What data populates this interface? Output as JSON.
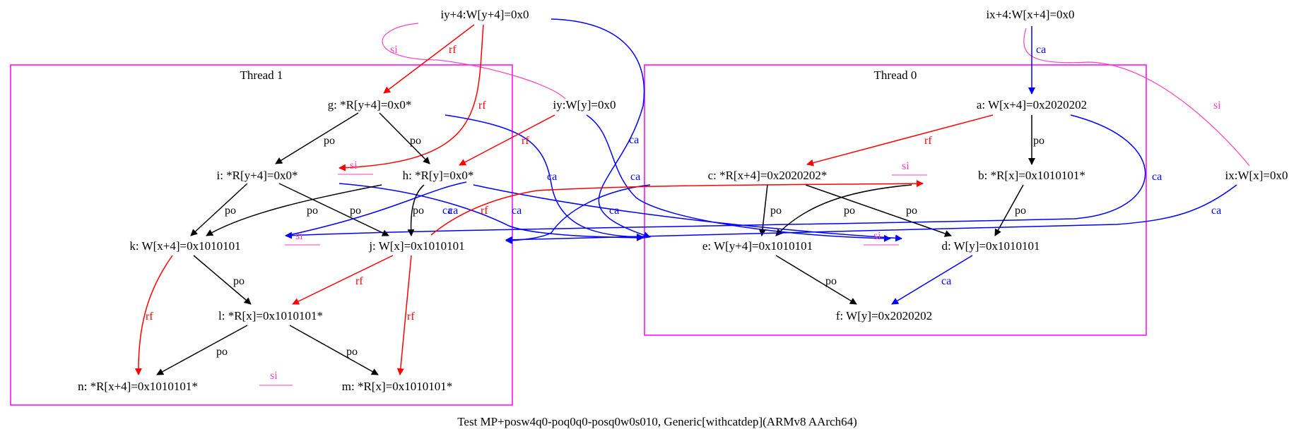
{
  "caption": "Test MP+posw4q0-poq0q0-posq0w0s010, Generic[withcatdep](ARMv8 AArch64)",
  "colors": {
    "po": "#000000",
    "rf": "#ff0000",
    "ca": "#0000ff",
    "si": "#ff3fbf",
    "cluster": "#ff00ff"
  },
  "clusters": [
    {
      "id": "thread1",
      "title": "Thread 1"
    },
    {
      "id": "thread0",
      "title": "Thread 0"
    }
  ],
  "nodes": [
    {
      "id": "iy4",
      "label": "iy+4:W[y+4]=0x0"
    },
    {
      "id": "ix4",
      "label": "ix+4:W[x+4]=0x0"
    },
    {
      "id": "g",
      "label": "g: *R[y+4]=0x0*"
    },
    {
      "id": "iy",
      "label": "iy:W[y]=0x0"
    },
    {
      "id": "a",
      "label": "a: W[x+4]=0x2020202"
    },
    {
      "id": "i",
      "label": "i: *R[y+4]=0x0*"
    },
    {
      "id": "h",
      "label": "h: *R[y]=0x0*"
    },
    {
      "id": "c",
      "label": "c: *R[x+4]=0x2020202*"
    },
    {
      "id": "b",
      "label": "b: *R[x]=0x1010101*"
    },
    {
      "id": "ix",
      "label": "ix:W[x]=0x0"
    },
    {
      "id": "k",
      "label": "k: W[x+4]=0x1010101"
    },
    {
      "id": "j",
      "label": "j: W[x]=0x1010101"
    },
    {
      "id": "e",
      "label": "e: W[y+4]=0x1010101"
    },
    {
      "id": "d",
      "label": "d: W[y]=0x1010101"
    },
    {
      "id": "l",
      "label": "l: *R[x]=0x1010101*"
    },
    {
      "id": "f",
      "label": "f: W[y]=0x2020202"
    },
    {
      "id": "n",
      "label": "n: *R[x+4]=0x1010101*"
    },
    {
      "id": "m",
      "label": "m: *R[x]=0x1010101*"
    }
  ],
  "edge_labels": {
    "po": "po",
    "rf": "rf",
    "ca": "ca",
    "si": "si"
  }
}
